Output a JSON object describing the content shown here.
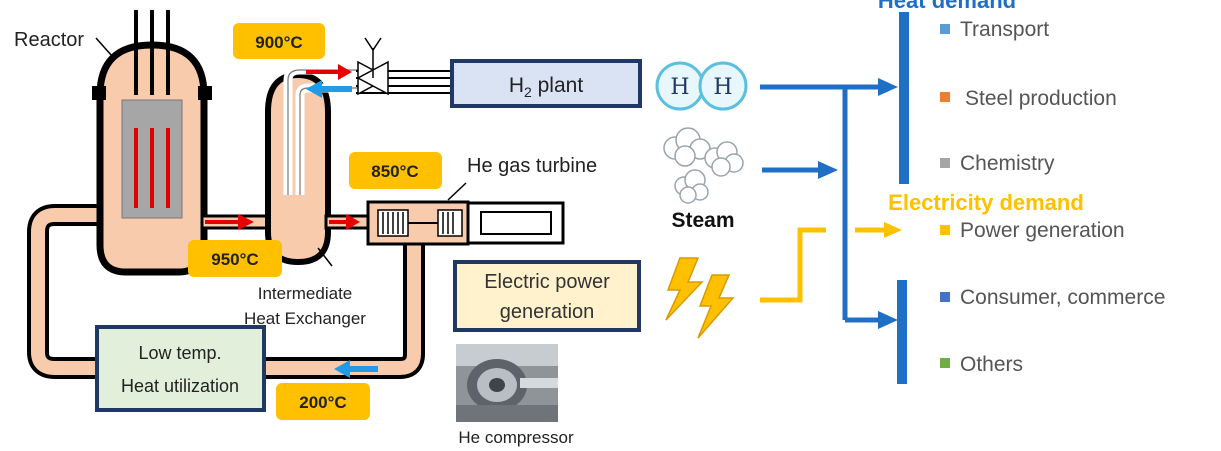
{
  "labels": {
    "reactor": "Reactor",
    "h2_plant_main": "H",
    "h2_plant_sub": "2",
    "h2_plant_rest": " plant",
    "he_gas_turbine": "He gas turbine",
    "steam": "Steam",
    "electric_power_line1": "Electric power",
    "electric_power_line2": "generation",
    "ihx_line1": "Intermediate",
    "ihx_line2": "Heat Exchanger",
    "low_temp_line1": "Low temp.",
    "low_temp_line2": "Heat utilization",
    "he_compressor": "He compressor",
    "h_atom": "H"
  },
  "temperatures": {
    "t900": "900°C",
    "t850": "850°C",
    "t950": "950°C",
    "t200": "200°C"
  },
  "demand": {
    "heat_title": "Heat demand",
    "electricity_title": "Electricity demand",
    "items": [
      {
        "label": "Transport",
        "color": "#5b9bd5"
      },
      {
        "label": "Steel production",
        "color": "#ed7d31"
      },
      {
        "label": "Chemistry",
        "color": "#a5a5a5"
      },
      {
        "label": "Power generation",
        "color": "#ffc000"
      },
      {
        "label": "Consumer, commerce",
        "color": "#4472c4"
      },
      {
        "label": "Others",
        "color": "#70ad47"
      }
    ]
  },
  "colors": {
    "vessel": "#f8cbad",
    "heat_blue": "#1f6fc5",
    "electric_yellow": "#ffc000",
    "temp_badge": "#ffc000",
    "hot_arrow": "#e60000",
    "cold_arrow": "#1f9be8",
    "box_border": "#1f3864"
  }
}
